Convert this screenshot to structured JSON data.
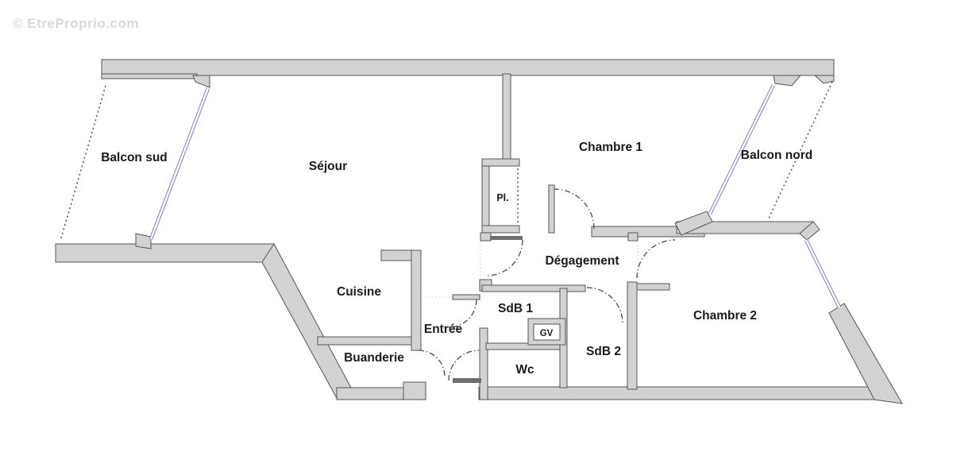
{
  "watermark": "© EtreProprio.com",
  "rooms": {
    "balcon_sud": "Balcon sud",
    "sejour": "Séjour",
    "chambre_1": "Chambre 1",
    "balcon_nord": "Balcon nord",
    "placard": "Pl.",
    "degagement": "Dégagement",
    "cuisine": "Cuisine",
    "entree": "Entrée",
    "sdb_1": "SdB 1",
    "gv": "GV",
    "buanderie": "Buanderie",
    "wc": "Wc",
    "sdb_2": "SdB 2",
    "chambre_2": "Chambre 2"
  },
  "colors": {
    "wall_fill": "#d2d2d2",
    "wall_stroke": "#555555",
    "window": "#8a8ac6",
    "door_arc": "#4a4a4a",
    "dotted_edge": "#5a5a5a",
    "faint_line": "#cbcbcb",
    "label": "#1a1a1a",
    "watermark": "#d9d9d9",
    "background": "#ffffff"
  }
}
